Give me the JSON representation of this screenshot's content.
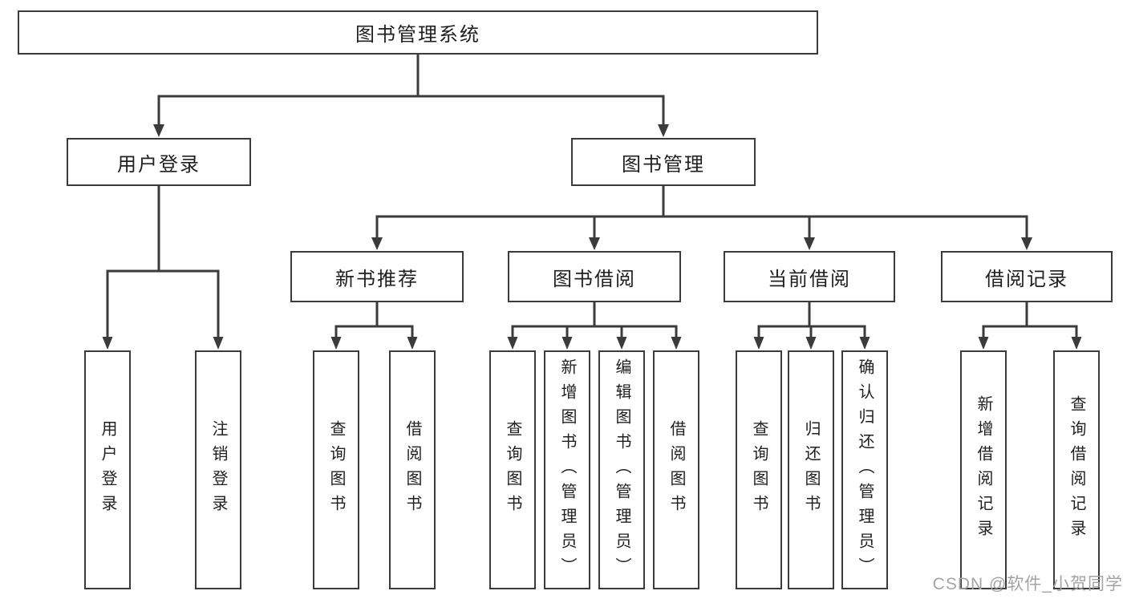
{
  "diagram": {
    "root": {
      "label": "图书管理系统"
    },
    "level2": [
      {
        "label": "用户登录"
      },
      {
        "label": "图书管理"
      }
    ],
    "user_login_children": [
      {
        "label": "用户登录"
      },
      {
        "label": "注销登录"
      }
    ],
    "book_management_children": [
      {
        "label": "新书推荐",
        "leaves": [
          {
            "label": "查询图书"
          },
          {
            "label": "借阅图书"
          }
        ]
      },
      {
        "label": "图书借阅",
        "leaves": [
          {
            "label": "查询图书"
          },
          {
            "label": "新增图书（管理员）"
          },
          {
            "label": "编辑图书（管理员）"
          },
          {
            "label": "借阅图书"
          }
        ]
      },
      {
        "label": "当前借阅",
        "leaves": [
          {
            "label": "查询图书"
          },
          {
            "label": "归还图书"
          },
          {
            "label": "确认归还（管理员）"
          }
        ]
      },
      {
        "label": "借阅记录",
        "leaves": [
          {
            "label": "新增借阅记录"
          },
          {
            "label": "查询借阅记录"
          }
        ]
      }
    ],
    "watermark": "CSDN @软件_小贺同学",
    "colors": {
      "line": "#3b3b3b",
      "border": "#3b3b3b",
      "box_bg": "#ffffff",
      "text": "#1f1f1f",
      "watermark": "#a3a3a3",
      "background": "#ffffff"
    }
  }
}
